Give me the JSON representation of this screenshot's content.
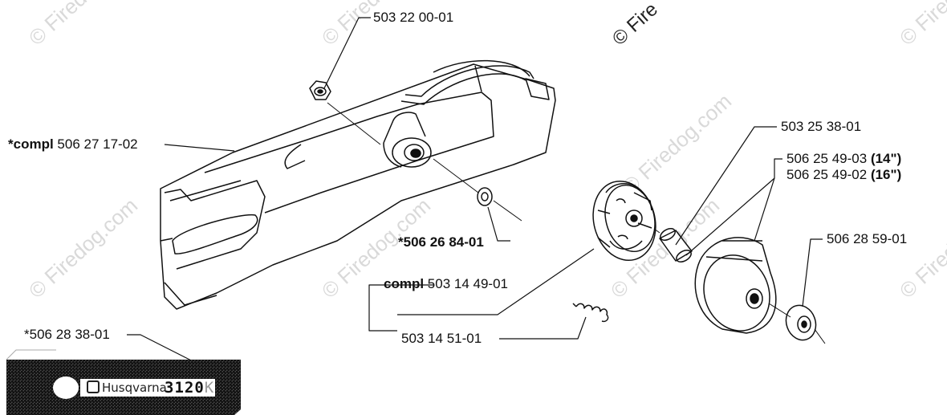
{
  "watermarks": [
    "© Firedog.com",
    "© Firedog.com",
    "© Firedog.com",
    "© Firedog.com",
    "© Firedog.com",
    "© Firedog.com",
    "© Firedog.com",
    "© Firedog.com"
  ],
  "copyright_mark": "© Fire",
  "parts": {
    "nut": {
      "number": "503 22 00-01"
    },
    "cover": {
      "prefix": "*compl",
      "number": "506 27 17-02"
    },
    "washer": {
      "number": "*506 26 84-01"
    },
    "clutch_compl": {
      "prefix": "compl",
      "number": "503 14 49-01"
    },
    "spring": {
      "number": "503 14 51-01"
    },
    "bearing": {
      "number": "503 25 38-01"
    },
    "drum_14": {
      "number": "506 25 49-03",
      "size": "(14\")"
    },
    "drum_16": {
      "number": "506 25 49-02",
      "size": "(16\")"
    },
    "drum_nut": {
      "number": "506 28 59-01"
    },
    "decal": {
      "number": "*506 28 38-01"
    }
  },
  "decal": {
    "brand": "Husqvarna",
    "model": "3120",
    "suffix": "K"
  }
}
